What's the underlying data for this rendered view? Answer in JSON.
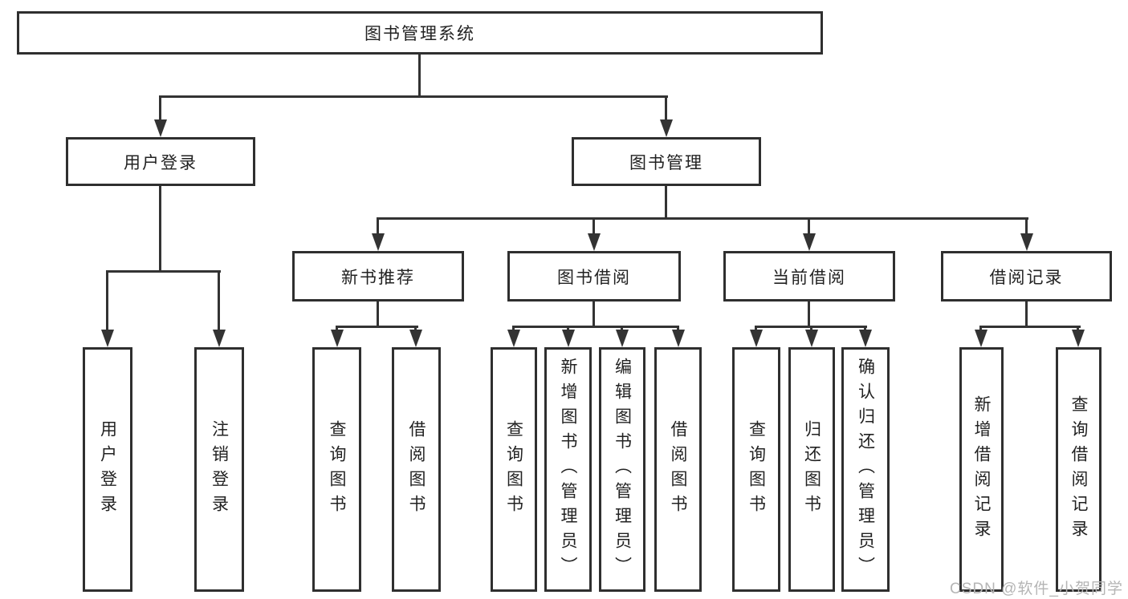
{
  "diagram": {
    "root_label": "图书管理系统",
    "level2": {
      "user_login": "用户登录",
      "book_management": "图书管理"
    },
    "level3": {
      "new_book_recommend": "新书推荐",
      "book_borrow": "图书借阅",
      "current_borrow": "当前借阅",
      "borrow_records": "借阅记录"
    },
    "leaves": {
      "user_login_group": [
        "用户登录",
        "注销登录"
      ],
      "new_book_group": [
        "查询图书",
        "借阅图书"
      ],
      "book_borrow_group": [
        "查询图书",
        "新增图书（管理员）",
        "编辑图书（管理员）",
        "借阅图书"
      ],
      "current_borrow_group": [
        "查询图书",
        "归还图书",
        "确认归还（管理员）"
      ],
      "borrow_records_group": [
        "新增借阅记录",
        "查询借阅记录"
      ]
    }
  },
  "watermark": {
    "text": "CSDN @软件_小贺同学"
  },
  "colors": {
    "border": "#2f2f2f",
    "line": "#333333",
    "text": "#222222",
    "watermark": "#b5b5b5",
    "background": "#ffffff"
  }
}
